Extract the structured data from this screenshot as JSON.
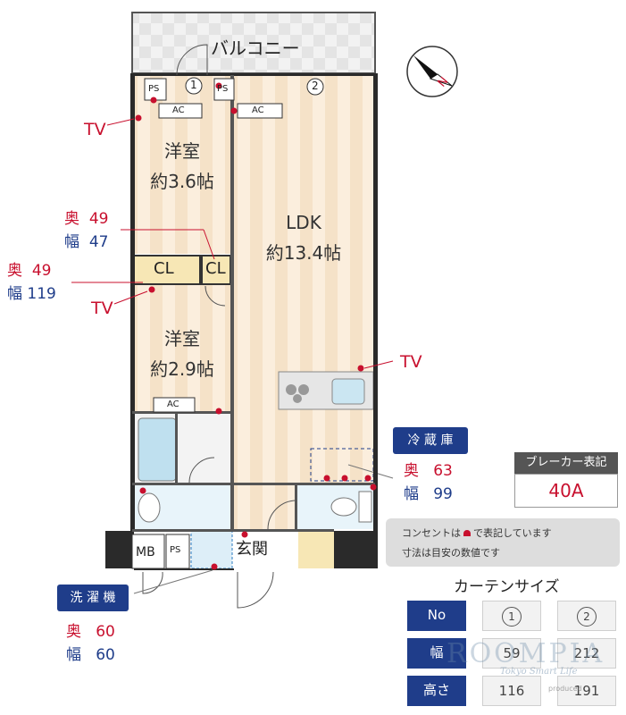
{
  "plan": {
    "balcony": "バルコニー",
    "ps": "PS",
    "ac": "AC",
    "mb": "MB",
    "cl": "CL",
    "entrance": "玄関",
    "window_1": "1",
    "window_2": "2",
    "room1": {
      "name": "洋室",
      "size": "約3.6帖"
    },
    "ldk": {
      "name": "LDK",
      "size": "約13.4帖"
    },
    "room2": {
      "name": "洋室",
      "size": "約2.9帖"
    },
    "tv": "TV"
  },
  "dimensions": {
    "closet_small": {
      "depth_label": "奥",
      "depth": "49",
      "width_label": "幅",
      "width": "47"
    },
    "closet_large": {
      "depth_label": "奥",
      "depth": "49",
      "width_label": "幅",
      "width": "119"
    },
    "fridge": {
      "title": "冷 蔵 庫",
      "depth_label": "奥",
      "depth": "63",
      "width_label": "幅",
      "width": "99"
    },
    "washer": {
      "title": "洗 濯 機",
      "depth_label": "奥",
      "depth": "60",
      "width_label": "幅",
      "width": "60"
    }
  },
  "breaker": {
    "label": "ブレーカー表記",
    "value": "40A"
  },
  "notes": {
    "line1_before": "コンセントは",
    "line1_after": "で表記しています",
    "line2": "寸法は目安の数値です"
  },
  "curtain": {
    "title": "カーテンサイズ",
    "headers": {
      "no": "No",
      "width": "幅",
      "height": "高さ"
    },
    "col1": {
      "no": "1",
      "width": "59",
      "height": "116"
    },
    "col2": {
      "no": "2",
      "width": "212",
      "height": "191"
    }
  },
  "watermark": {
    "brand": "ROOMPIA",
    "tagline": "Tokyo Smart Life",
    "produced": "produced"
  },
  "colors": {
    "outlet": "#c8102e",
    "accent_blue": "#1f3d8a",
    "floor": "#f3dcc0"
  }
}
